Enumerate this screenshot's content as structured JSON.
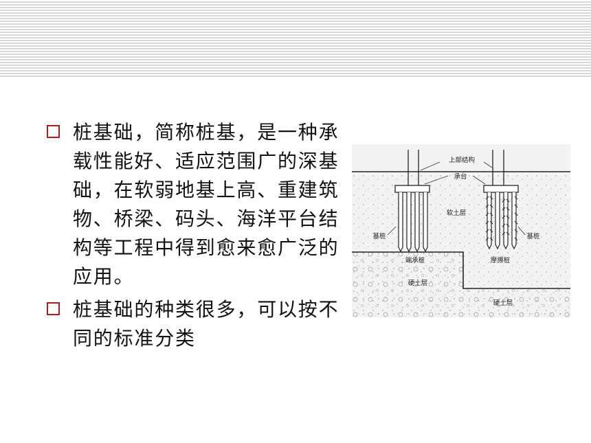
{
  "slide": {
    "bullets": [
      {
        "text": "桩基础，简称桩基，是一种承载性能好、适应范围广的深基础，在软弱地基上高、重建筑物、桥梁、码头、海洋平台结构等工程中得到愈来愈广泛的应用。"
      },
      {
        "text": "桩基础的种类很多，可以按不同的标准分类"
      }
    ]
  },
  "figure": {
    "labels": {
      "superstructure": "上部结构",
      "pile_cap": "承台",
      "soft_layer": "软土层",
      "pile_left": "基桩",
      "pile_right": "基桩",
      "end_bearing": "端承桩",
      "friction": "摩擦桩",
      "hard_layer_left": "硬土层",
      "hard_layer_right": "硬土层"
    }
  },
  "colors": {
    "bullet_border": "#b01a1a",
    "stripe": "#d6d6d6",
    "text": "#111111"
  }
}
